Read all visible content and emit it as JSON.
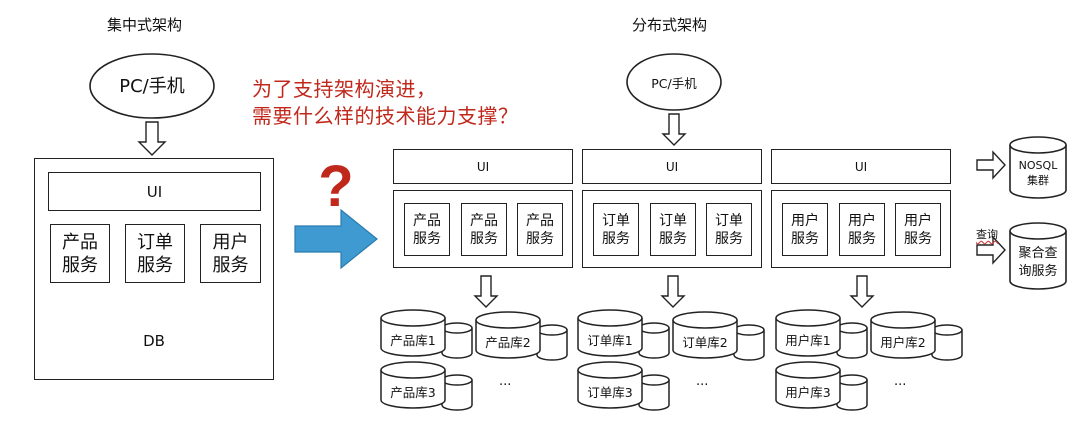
{
  "centralized": {
    "title": "集中式架构",
    "client": "PC/手机",
    "ui": "UI",
    "services": [
      "产品\n服务",
      "订单\n服务",
      "用户\n服务"
    ],
    "db": "DB"
  },
  "question": {
    "line1": "为了支持架构演进，",
    "line2": "需要什么样的技术能力支撑？",
    "mark": "?",
    "color": "#c0281c"
  },
  "transition_arrow_color": "#3e9ad0",
  "distributed": {
    "title": "分布式架构",
    "client": "PC/手机",
    "columns": [
      {
        "ui": "UI",
        "services": [
          "产品\n服务",
          "产品\n服务",
          "产品\n服务"
        ],
        "dbs": [
          "产品库1",
          "产品库2",
          "产品库3"
        ],
        "more": "..."
      },
      {
        "ui": "UI",
        "services": [
          "订单\n服务",
          "订单\n服务",
          "订单\n服务"
        ],
        "dbs": [
          "订单库1",
          "订单库2",
          "订单库3"
        ],
        "more": "..."
      },
      {
        "ui": "UI",
        "services": [
          "用户\n服务",
          "用户\n服务",
          "用户\n服务"
        ],
        "dbs": [
          "用户库1",
          "用户库2",
          "用户库3"
        ],
        "more": "..."
      }
    ],
    "nosql": "NOSQL\n集群",
    "query_label": "查询",
    "aggregate": "聚合查\n询服务"
  }
}
